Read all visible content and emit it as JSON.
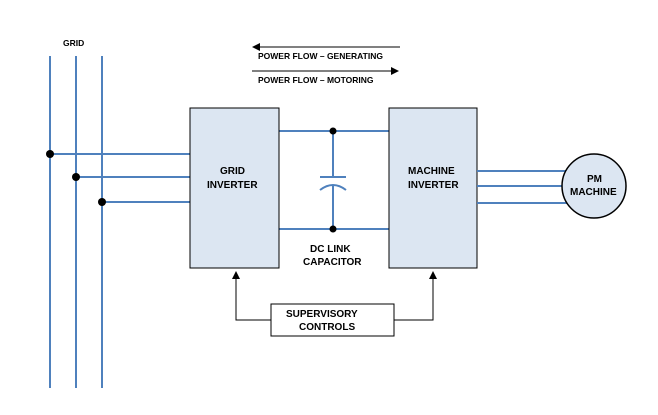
{
  "colors": {
    "wire": "#4f81bd",
    "box_fill": "#dce6f2",
    "box_stroke": "#000000",
    "text": "#000000"
  },
  "labels": {
    "grid": "GRID",
    "power_flow_generating": "POWER FLOW –  GENERATING",
    "power_flow_motoring": "POWER FLOW –  MOTORING",
    "grid_inverter_line1": "GRID",
    "grid_inverter_line2": "INVERTER",
    "machine_inverter_line1": "MACHINE",
    "machine_inverter_line2": "INVERTER",
    "pm_machine_line1": "PM",
    "pm_machine_line2": "MACHINE",
    "dc_link_line1": "DC LINK",
    "dc_link_line2": "CAPACITOR",
    "supervisory_line1": "SUPERVISORY",
    "supervisory_line2": "CONTROLS"
  }
}
